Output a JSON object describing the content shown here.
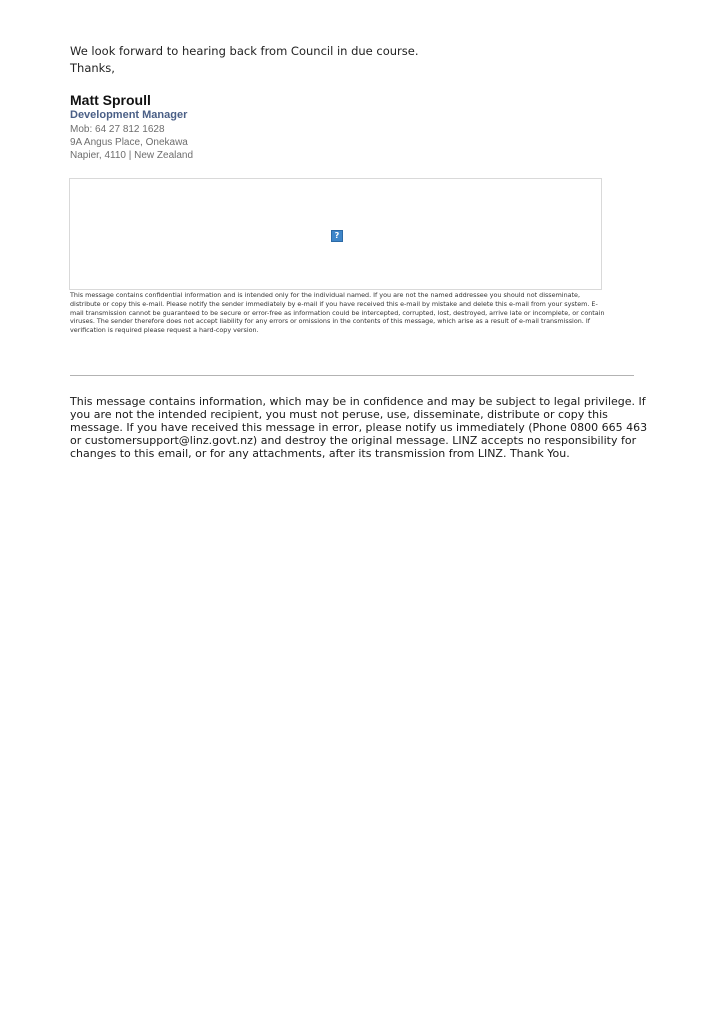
{
  "closing": {
    "line1": "We look forward to hearing back from Council in due course.",
    "line2": "Thanks,"
  },
  "signature": {
    "name": "Matt Sproull",
    "title": "Development Manager",
    "mobile": "Mob: 64 27 812 1628",
    "address_line1": "9A Angus Place, Onekawa",
    "address_line2": "Napier, 4110 | New Zealand"
  },
  "image_placeholder": {
    "icon": "broken-image-icon",
    "glyph": "?"
  },
  "confidentiality_notice": "This message contains confidential information and is intended only for the individual named. If you are not the named addressee you should not disseminate, distribute or copy this e-mail. Please notify the sender immediately by e-mail if you have received this e-mail by mistake and delete this e-mail from your system. E-mail transmission cannot be guaranteed to be secure or error-free as information could be intercepted, corrupted, lost, destroyed, arrive late or incomplete, or contain viruses. The sender therefore does not accept liability for any errors or omissions in the contents of this message, which arise as a result of e-mail transmission. If verification is required please request a hard-copy version.",
  "linz_notice": {
    "lines": [
      "This message contains information, which may be in confidence and may be subject to legal privilege. If",
      "you are not the intended recipient, you must not peruse, use, disseminate, distribute or copy this",
      "message. If you have received this message in error, please notify us immediately (Phone 0800 665 463",
      "or customersupport@linz.govt.nz) and destroy the original message. LINZ accepts no responsibility for",
      "changes to this email, or for any attachments, after its transmission from LINZ. Thank You."
    ]
  }
}
